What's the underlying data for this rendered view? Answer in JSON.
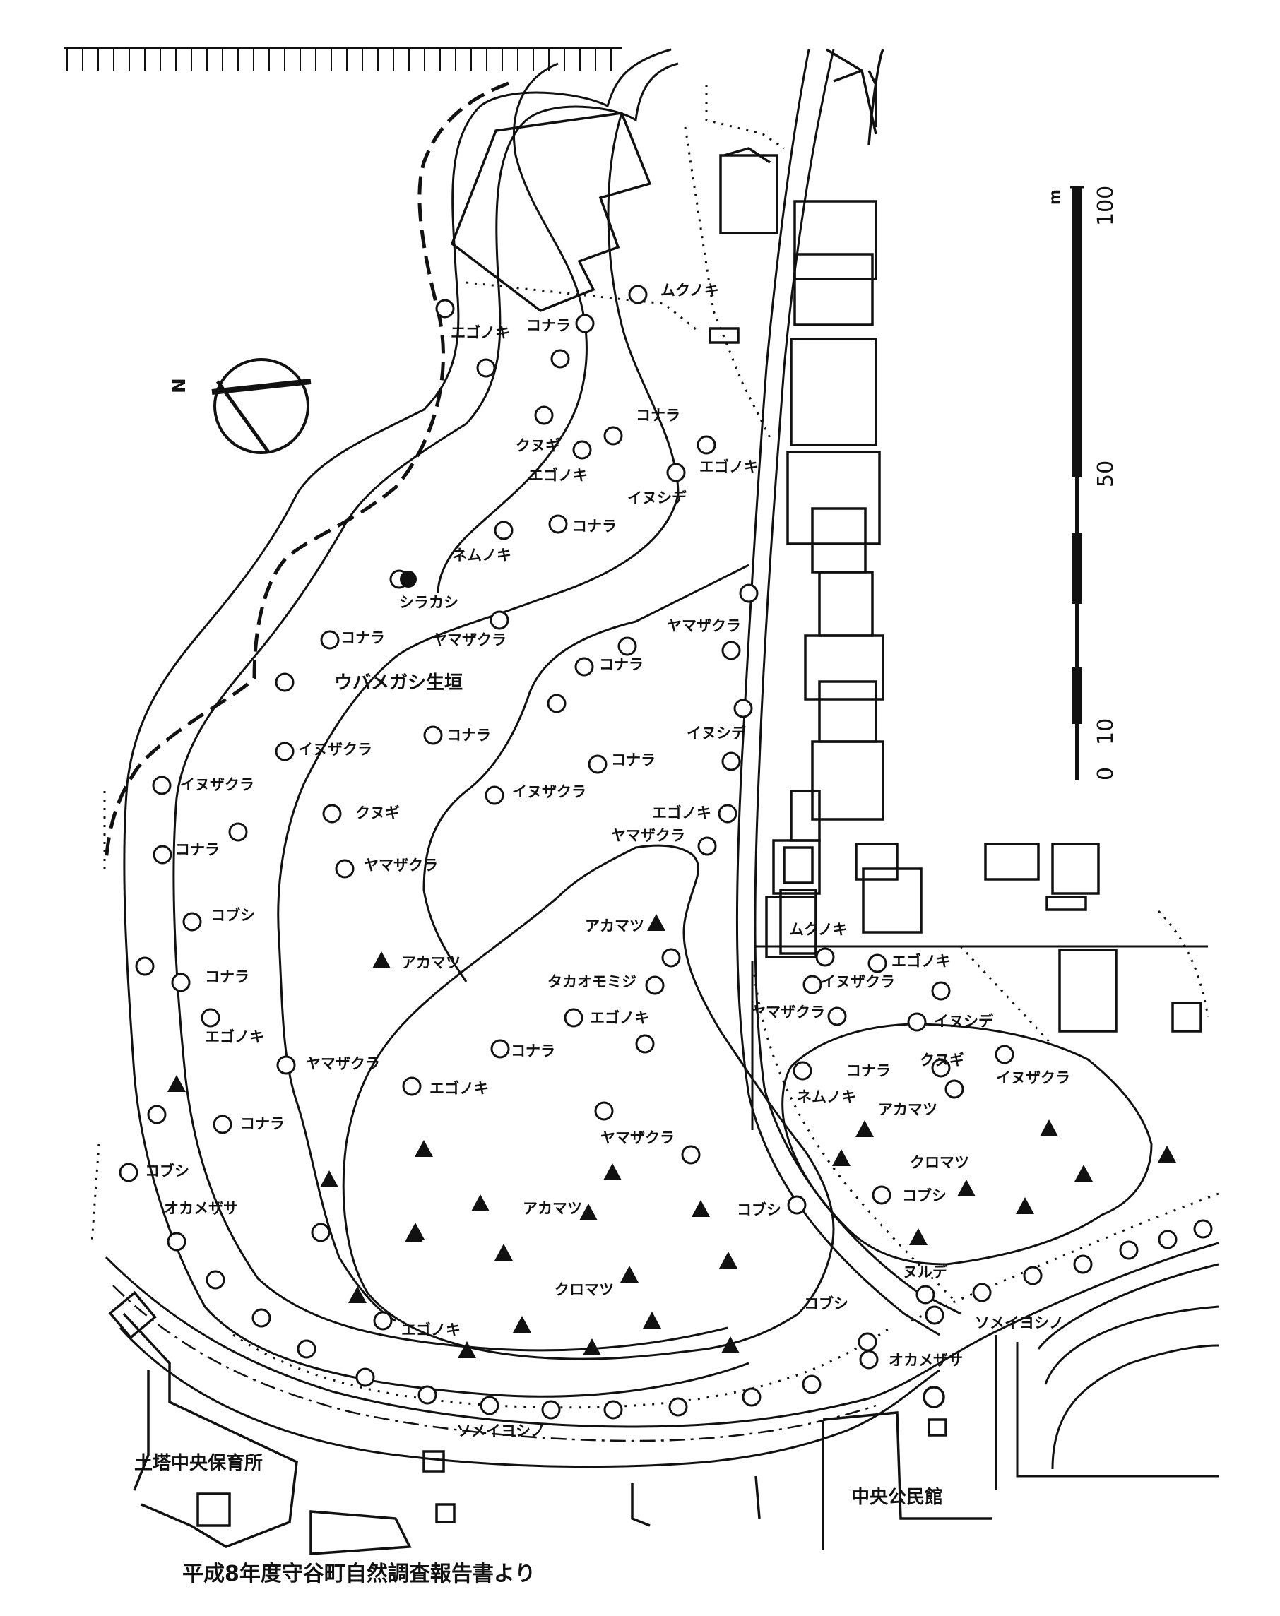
{
  "labels": {
    "mukunoki_1": "ムクノキ",
    "egonoki_1": "エゴノキ",
    "konara_1": "コナラ",
    "konara_2": "コナラ",
    "kunugi_1": "クヌギ",
    "egonoki_2": "エゴノキ",
    "egonoki_3": "エゴノキ",
    "inushide_1": "イヌシデ",
    "konara_3": "コナラ",
    "nemunoki_1": "ネムノキ",
    "shirakashi": "シラカシ",
    "konara_4": "コナラ",
    "yamazakura_1": "ヤマザクラ",
    "yamazakura_2": "ヤマザクラ",
    "konara_5": "コナラ",
    "hedge": "ウバメガシ生垣",
    "konara_6": "コナラ",
    "inushide_2": "イヌシデ",
    "inuzakura_1": "イヌザクラ",
    "konara_7": "コナラ",
    "inuzakura_2": "イヌザクラ",
    "inuzakura_3": "イヌザクラ",
    "egonoki_4": "エゴノキ",
    "kunugi_2": "クヌギ",
    "yamazakura_3": "ヤマザクラ",
    "konara_8": "コナラ",
    "yamazakura_4": "ヤマザクラ",
    "kobushi_1": "コブシ",
    "akamatsu_1": "アカマツ",
    "akamatsu_2": "アカマツ",
    "mukunoki_2": "ムクノキ",
    "konara_9": "コナラ",
    "takaomomiji": "タカオモミジ",
    "egonoki_5": "エゴノキ",
    "egonoki_6": "エゴノキ",
    "inuzakura_4": "イヌザクラ",
    "egonoki_7": "エゴノキ",
    "yamazakura_5": "ヤマザクラ",
    "inushide_3": "イヌシデ",
    "konara_10": "コナラ",
    "yamazakura_6": "ヤマザクラ",
    "konara_11": "コナラ",
    "kunugi_3": "クヌギ",
    "inuzakura_5": "イヌザクラ",
    "egonoki_8": "エゴノキ",
    "nemunoki_2": "ネムノキ",
    "akamatsu_3": "アカマツ",
    "konara_12": "コナラ",
    "yamazakura_7": "ヤマザクラ",
    "kuromatsu_1": "クロマツ",
    "kobushi_2": "コブシ",
    "okamezasa_1": "オカメザサ",
    "akamatsu_4": "アカマツ",
    "kobushi_3": "コブシ",
    "kobushi_4": "コブシ",
    "kuromatsu_2": "クロマツ",
    "nurude": "ヌルデ",
    "egonoki_9": "エゴノキ",
    "kobushi_5": "コブシ",
    "someiyoshino_1": "ソメイヨシノ",
    "okamezasa_2": "オカメザサ",
    "someiyoshino_2": "ソメイヨシノ",
    "nursery": "土塔中央保育所",
    "community_hall": "中央公民館"
  },
  "scale_bar": {
    "unit": "m",
    "ticks": [
      "0",
      "10",
      "50",
      "100"
    ]
  },
  "north_arrow_letter": "N",
  "caption": "平成8年度守谷町自然調査報告書より",
  "legend_symbols": {
    "open_circle": "deciduous-tree-icon",
    "filled_triangle": "pine-tree-icon",
    "filled_dot": "evergreen-oak-icon"
  }
}
